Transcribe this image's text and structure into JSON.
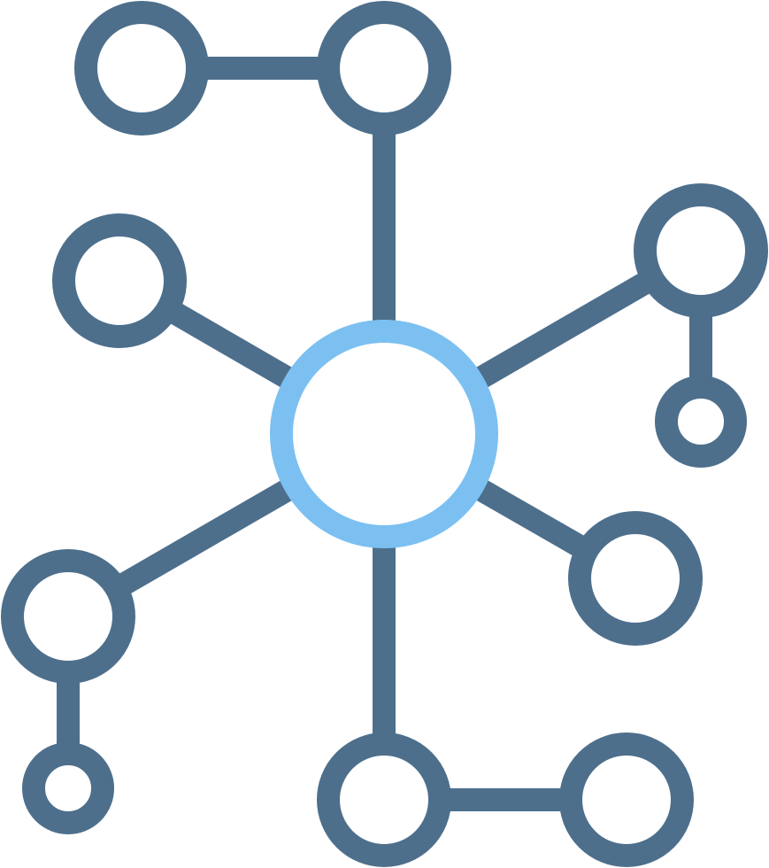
{
  "icon": {
    "name": "network-hub-icon",
    "colors": {
      "primary": "#4d6f8c",
      "accent": "#7cc0f2",
      "background": "#ffffff"
    },
    "nodes": [
      {
        "id": "hub",
        "role": "center",
        "color": "accent"
      },
      {
        "id": "top",
        "role": "satellite"
      },
      {
        "id": "top-left",
        "role": "leaf"
      },
      {
        "id": "left",
        "role": "satellite"
      },
      {
        "id": "right-upper",
        "role": "satellite"
      },
      {
        "id": "right-upper-small",
        "role": "leaf-small"
      },
      {
        "id": "right-lower",
        "role": "satellite"
      },
      {
        "id": "left-lower",
        "role": "satellite"
      },
      {
        "id": "left-lower-small",
        "role": "leaf-small"
      },
      {
        "id": "bottom",
        "role": "satellite"
      },
      {
        "id": "bottom-right",
        "role": "leaf"
      }
    ],
    "edges": [
      [
        "top",
        "top-left"
      ],
      [
        "top",
        "hub"
      ],
      [
        "left",
        "hub"
      ],
      [
        "right-upper",
        "hub"
      ],
      [
        "right-upper",
        "right-upper-small"
      ],
      [
        "right-lower",
        "hub"
      ],
      [
        "left-lower",
        "hub"
      ],
      [
        "left-lower",
        "left-lower-small"
      ],
      [
        "bottom",
        "hub"
      ],
      [
        "bottom",
        "bottom-right"
      ]
    ]
  }
}
